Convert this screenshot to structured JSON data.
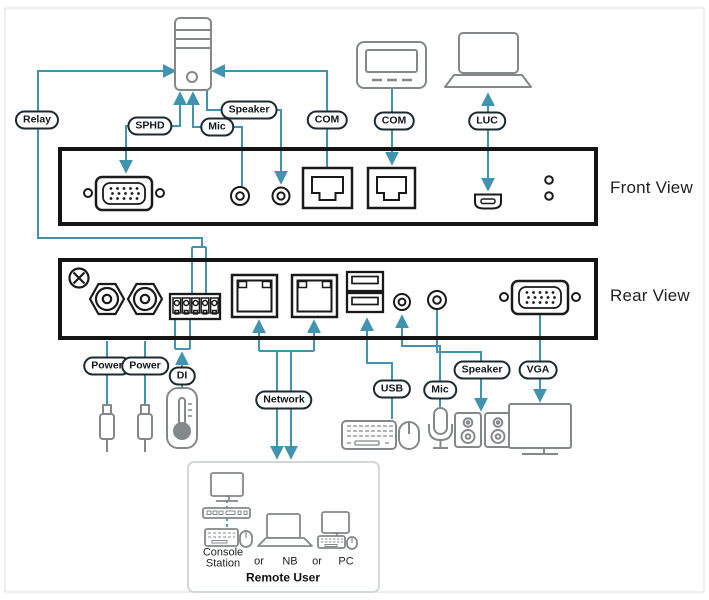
{
  "diagram": {
    "view_titles": {
      "front": "Front View",
      "rear": "Rear View"
    },
    "labels": {
      "relay": "Relay",
      "sphd": "SPHD",
      "mic_top": "Mic",
      "speaker_top": "Speaker",
      "com_left": "COM",
      "com_right": "COM",
      "luc": "LUC",
      "power1": "Power",
      "power2": "Power",
      "di": "DI",
      "network": "Network",
      "usb": "USB",
      "mic_bottom": "Mic",
      "speaker_bottom": "Speaker",
      "vga": "VGA"
    },
    "remote_user": {
      "console_line1": "Console",
      "console_line2": "Station",
      "or1": "or",
      "nb": "NB",
      "or2": "or",
      "pc": "PC",
      "title": "Remote User"
    },
    "icons": [
      "desktop-tower-icon",
      "serial-device-icon",
      "laptop-icon",
      "vga-port-icon",
      "audio-jack-icon",
      "rj45-port-icon",
      "luc-port-icon",
      "led-indicator-icon",
      "screw-icon",
      "power-jack-icon",
      "terminal-block-icon",
      "usb-port-icon",
      "dc-plug-icon",
      "thermometer-icon",
      "keyboard-icon",
      "mouse-icon",
      "microphone-icon",
      "speakers-icon",
      "monitor-icon",
      "console-station-icon"
    ],
    "colors": {
      "connection_line": "#4293b0",
      "box_border": "#141414",
      "icon_gray": "#83888b",
      "pill_border": "#1c2a31",
      "frame_gray": "#d9dddf"
    }
  }
}
